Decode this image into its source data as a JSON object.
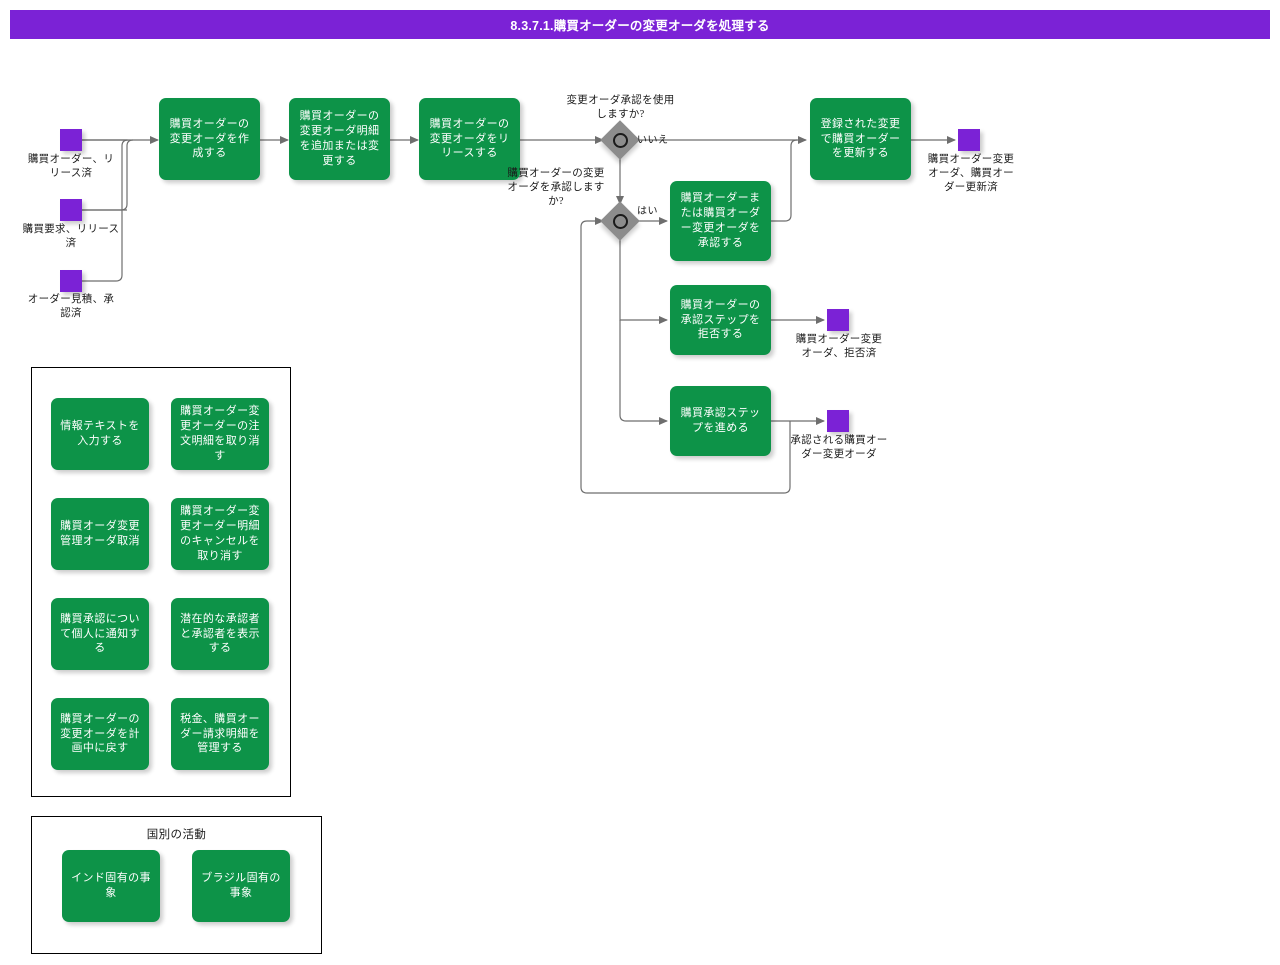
{
  "header": {
    "title": "8.3.7.1.購買オーダーの変更オーダを処理する"
  },
  "colors": {
    "accent_purple": "#7b22d6",
    "process_green": "#0d9348",
    "gateway_gray": "#8c8c8c",
    "connector": "#6e6e6e",
    "background": "#ffffff"
  },
  "start_events": [
    {
      "label": "購買オーダー、リリース済"
    },
    {
      "label": "購買要求、リリース済"
    },
    {
      "label": "オーダー見積、承認済"
    }
  ],
  "main_flow": {
    "steps": [
      {
        "label": "購買オーダーの変更オーダを作成する"
      },
      {
        "label": "購買オーダーの変更オーダ明細を追加または変更する"
      },
      {
        "label": "購買オーダーの変更オーダをリリースする"
      },
      {
        "label": "登録された変更で購買オーダーを更新する"
      }
    ],
    "gateways": [
      {
        "question": "変更オーダ承認を使用しますか?",
        "no_label": "いいえ"
      },
      {
        "question": "購買オーダーの変更オーダを承認しますか?",
        "yes_label": "はい"
      }
    ],
    "branch_steps": [
      {
        "label": "購買オーダーまたは購買オーダー変更オーダを承認する"
      },
      {
        "label": "購買オーダーの承認ステップを拒否する"
      },
      {
        "label": "購買承認ステップを進める"
      }
    ]
  },
  "end_events": [
    {
      "label": "購買オーダー変更オーダ、購買オーダー更新済"
    },
    {
      "label": "購買オーダー変更オーダ、拒否済"
    },
    {
      "label": "承認される購買オーダー変更オーダ"
    }
  ],
  "activity_panel": {
    "title": "",
    "items": [
      {
        "label": "情報テキストを入力する"
      },
      {
        "label": "購買オーダー変更オーダーの注文明細を取り消す"
      },
      {
        "label": "購買オーダ変更管理オーダ取消"
      },
      {
        "label": "購買オーダー変更オーダー明細のキャンセルを取り消す"
      },
      {
        "label": "購買承認について個人に通知する"
      },
      {
        "label": "潜在的な承認者と承認者を表示する"
      },
      {
        "label": "購買オーダーの変更オーダを計画中に戻す"
      },
      {
        "label": "税金、購買オーダー請求明細を管理する"
      }
    ]
  },
  "country_panel": {
    "title": "国別の活動",
    "items": [
      {
        "label": "インド固有の事象"
      },
      {
        "label": "ブラジル固有の事象"
      }
    ]
  }
}
